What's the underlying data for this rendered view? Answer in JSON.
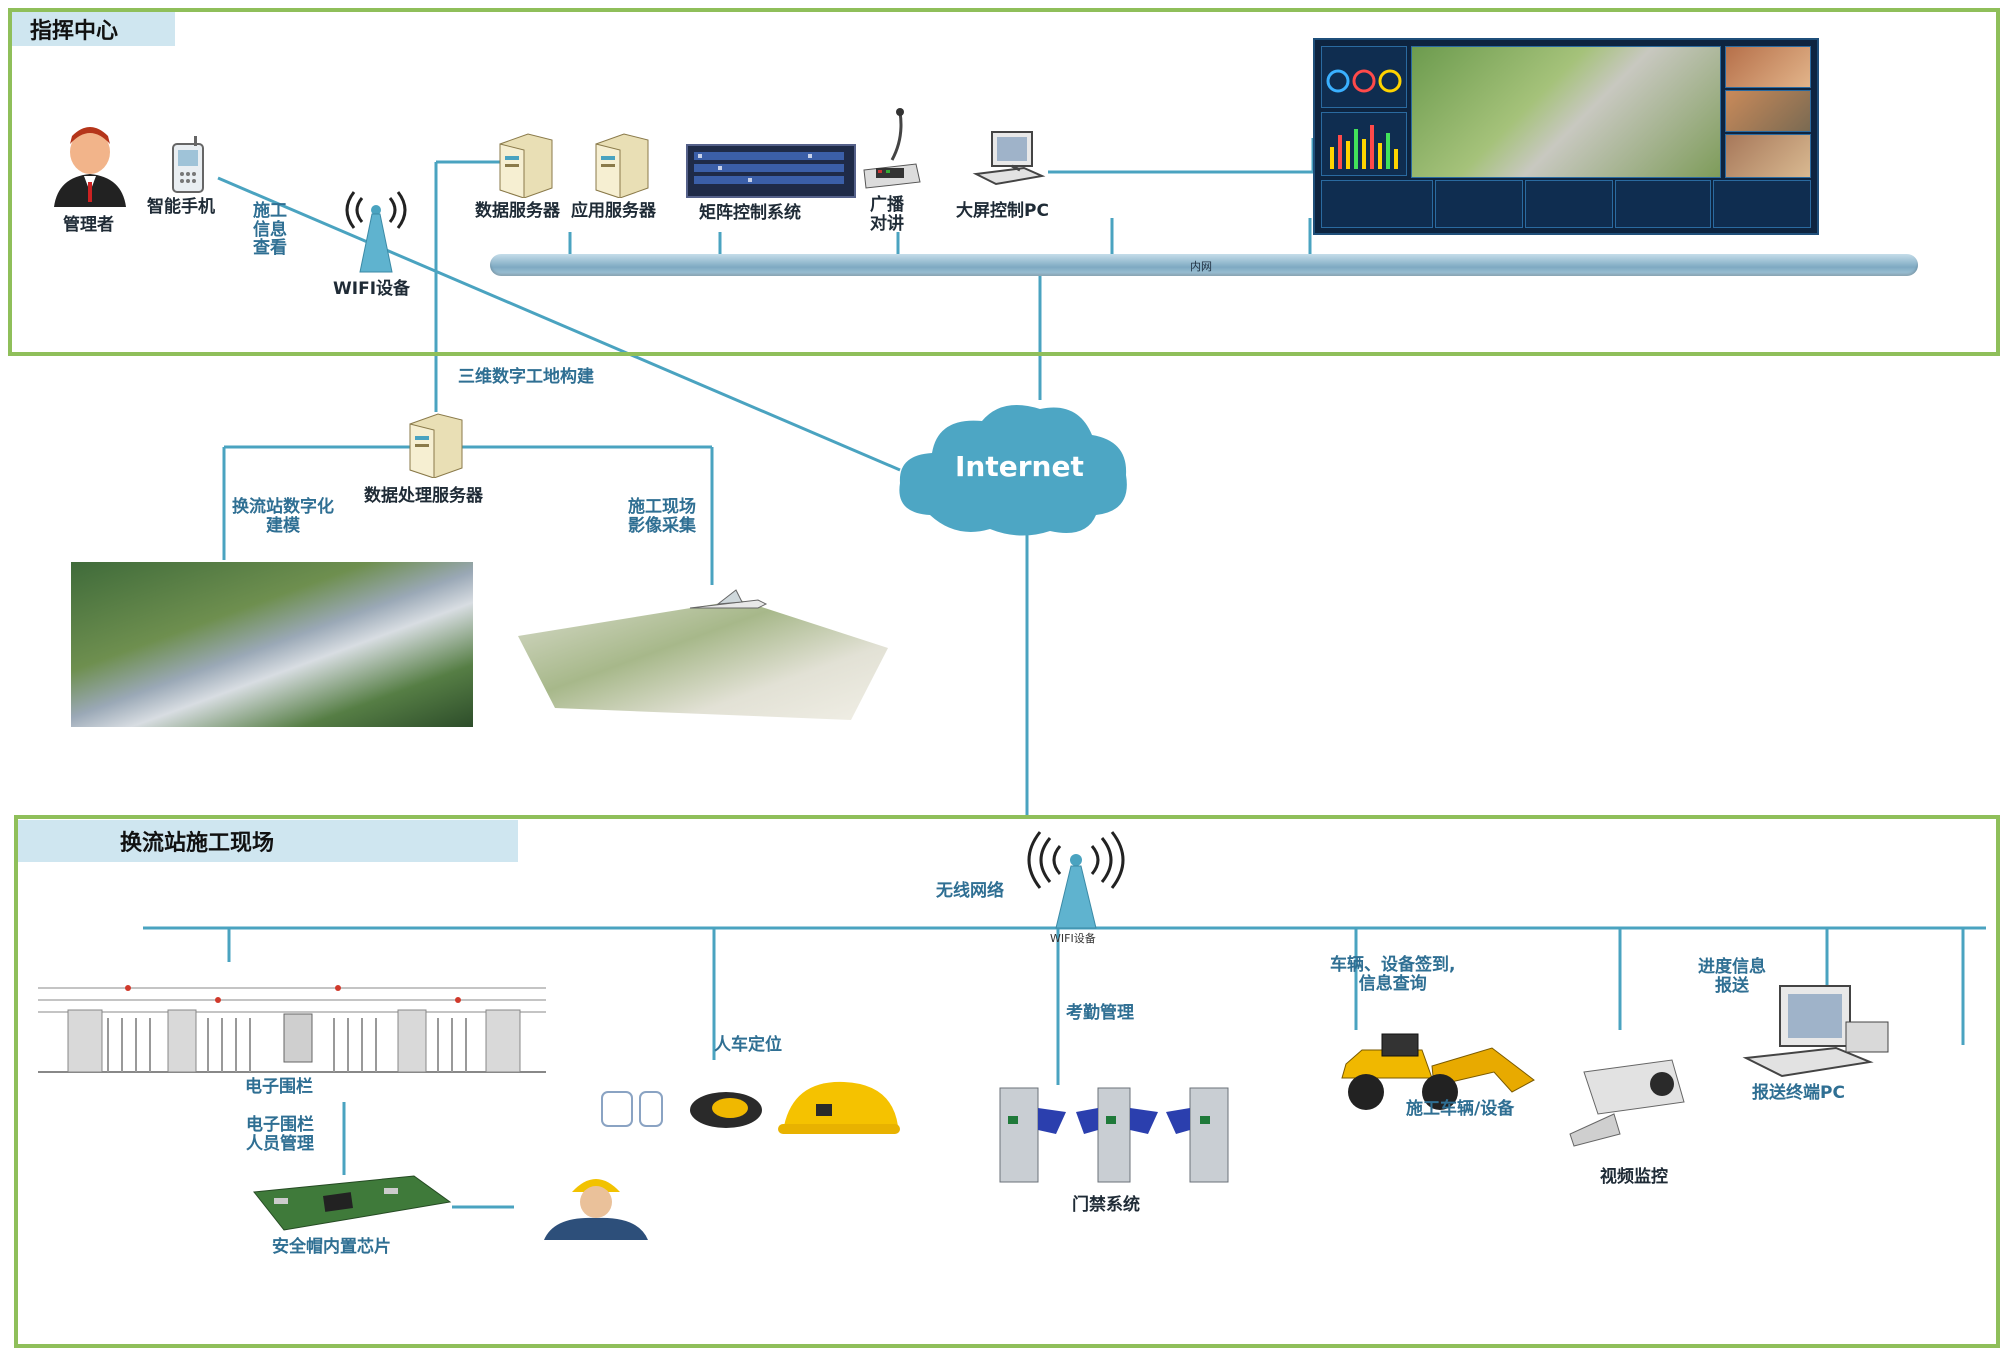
{
  "command_center": {
    "title": "指挥中心",
    "manager": "管理者",
    "smartphone": "智能手机",
    "construction_info": "施工\n信息\n查看",
    "wifi_device": "WIFI设备",
    "data_server": "数据服务器",
    "app_server": "应用服务器",
    "matrix_control": "矩阵控制系统",
    "broadcast": "广播\n对讲",
    "big_screen_pc": "大屏控制PC",
    "intranet": "内网"
  },
  "middle": {
    "digital_site_build": "三维数字工地构建",
    "processing_server": "数据处理服务器",
    "station_modeling": "换流站数字化\n建模",
    "image_capture": "施工现场\n影像采集",
    "internet": "Internet"
  },
  "site": {
    "title": "换流站施工现场",
    "wireless_network": "无线网络",
    "wifi_device": "WIFI设备",
    "electronic_fence": "电子围栏",
    "fence_personnel": "电子围栏\n人员管理",
    "helmet_chip": "安全帽内置芯片",
    "personnel_vehicle_location": "人车定位",
    "attendance": "考勤管理",
    "access_control": "门禁系统",
    "vehicle_checkin": "车辆、设备签到,\n信息查询",
    "construction_vehicle": "施工车辆/设备",
    "progress_report": "进度信息\n报送",
    "video_surveillance": "视频监控",
    "report_pc": "报送终端PC"
  },
  "colors": {
    "line": "#4aa3c0",
    "frame": "#8fbf5a",
    "tab": "#cfe6f0",
    "cloud": "#4da6c4"
  }
}
